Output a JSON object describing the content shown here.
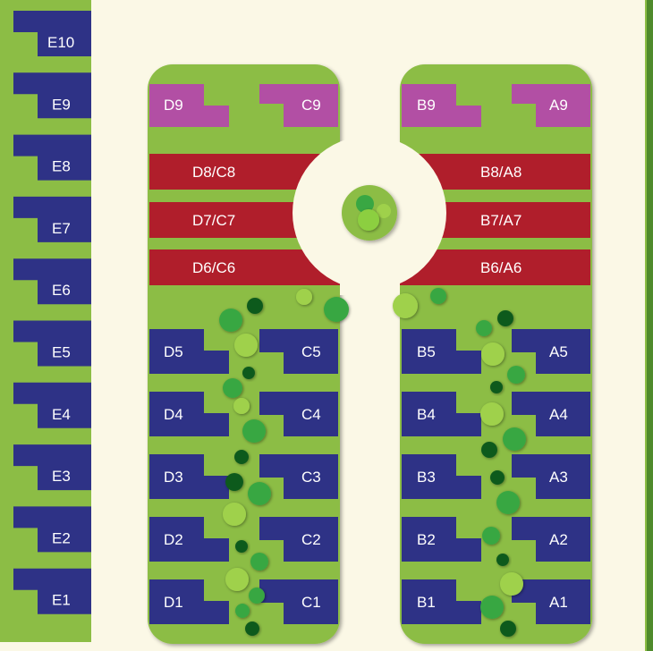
{
  "colors": {
    "background": "#fbf8e6",
    "grass": "#8cbd45",
    "blue_unit": "#2e3286",
    "red_unit": "#b01e2b",
    "purple_unit": "#b24fa4",
    "label_text": "#ffffff"
  },
  "units": {
    "e_column": [
      "E10",
      "E9",
      "E8",
      "E7",
      "E6",
      "E5",
      "E4",
      "E3",
      "E2",
      "E1"
    ],
    "d_column": [
      "D5",
      "D4",
      "D3",
      "D2",
      "D1"
    ],
    "c_column": [
      "C5",
      "C4",
      "C3",
      "C2",
      "C1"
    ],
    "b_column": [
      "B5",
      "B4",
      "B3",
      "B2",
      "B1"
    ],
    "a_column": [
      "A5",
      "A4",
      "A3",
      "A2",
      "A1"
    ],
    "purple_top": {
      "d": "D9",
      "c": "C9",
      "b": "B9",
      "a": "A9"
    },
    "red_left": [
      "D8/C8",
      "D7/C7",
      "D6/C6"
    ],
    "red_right": [
      "B8/A8",
      "B7/A7",
      "B6/A6"
    ]
  }
}
